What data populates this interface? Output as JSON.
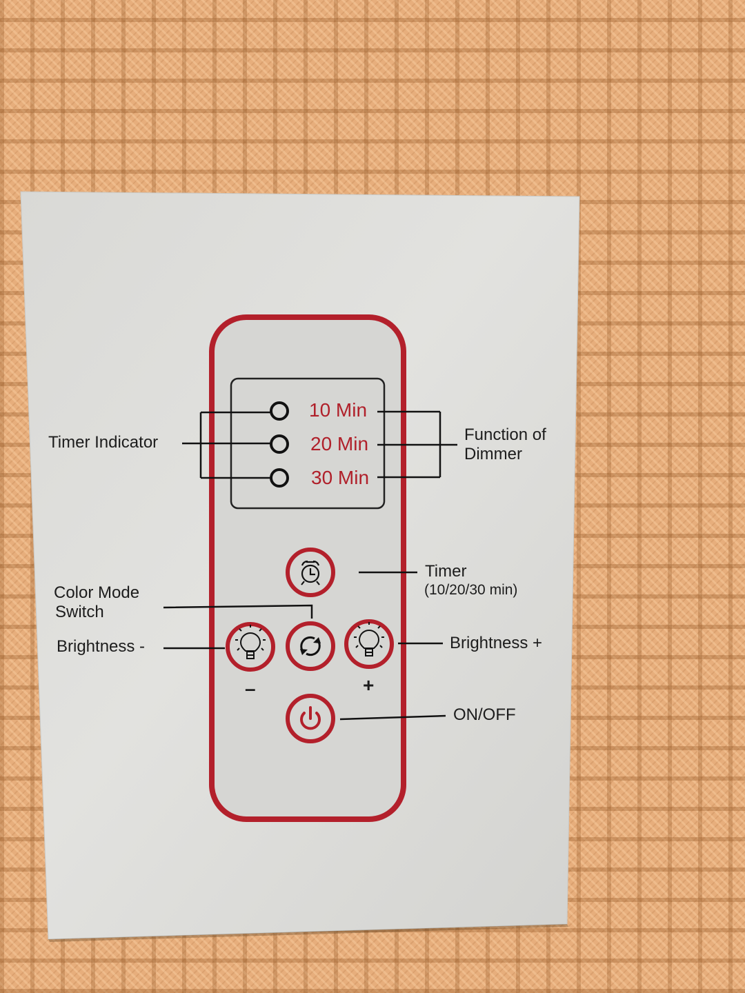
{
  "colors": {
    "accent_red": "#b3202b",
    "paper": "#dcdcd9",
    "ink": "#1c1c1c",
    "background_towel": "#e7ae7c"
  },
  "remote": {
    "timer_options": [
      {
        "label": "10 Min"
      },
      {
        "label": "20 Min"
      },
      {
        "label": "30 Min"
      }
    ],
    "buttons": [
      {
        "name": "timer",
        "icon": "alarm-clock-icon"
      },
      {
        "name": "brightness-minus",
        "icon": "lightbulb-icon",
        "sign": "–"
      },
      {
        "name": "color-mode",
        "icon": "refresh-arrows-icon"
      },
      {
        "name": "brightness-plus",
        "icon": "lightbulb-icon",
        "sign": "+"
      },
      {
        "name": "power",
        "icon": "power-icon"
      }
    ]
  },
  "labels": {
    "timer_indicator": "Timer Indicator",
    "function_of_dimmer_line1": "Function of",
    "function_of_dimmer_line2": "Dimmer",
    "timer": "Timer",
    "timer_detail": "(10/20/30 min)",
    "color_mode_line1": "Color Mode",
    "color_mode_line2": "Switch",
    "brightness_minus": "Brightness -",
    "brightness_plus": "Brightness +",
    "on_off": "ON/OFF"
  }
}
